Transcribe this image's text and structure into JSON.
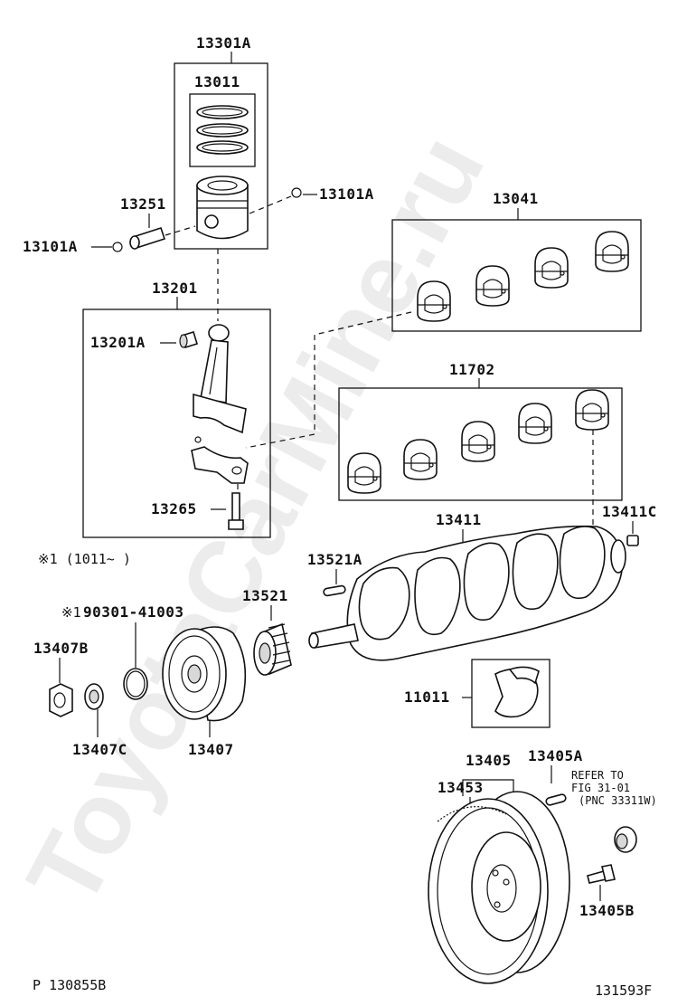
{
  "diagram": {
    "part_labels": {
      "p13301A": "13301A",
      "p13011": "13011",
      "p13251": "13251",
      "p13101A_right": "13101A",
      "p13101A_left": "13101A",
      "p13041": "13041",
      "p13201": "13201",
      "p13201A": "13201A",
      "p11702": "11702",
      "p13265": "13265",
      "p13411": "13411",
      "p13411C": "13411C",
      "p13521A": "13521A",
      "p13521": "13521",
      "p90301": "90301-41003",
      "p13407B": "13407B",
      "p13407C": "13407C",
      "p13407": "13407",
      "p11011": "11011",
      "p13405": "13405",
      "p13405A": "13405A",
      "p13453": "13453",
      "p13405B": "13405B"
    },
    "notes": {
      "applicability": "※1 (1011~     )",
      "marker": "※1",
      "refer_line1": "REFER TO",
      "refer_line2": "FIG 31-01",
      "refer_line3": "(PNC 33311W)"
    },
    "footer": {
      "left_code": "P 130855B",
      "right_code": "131593F"
    },
    "watermark": "ToyotaCarMine.ru"
  }
}
